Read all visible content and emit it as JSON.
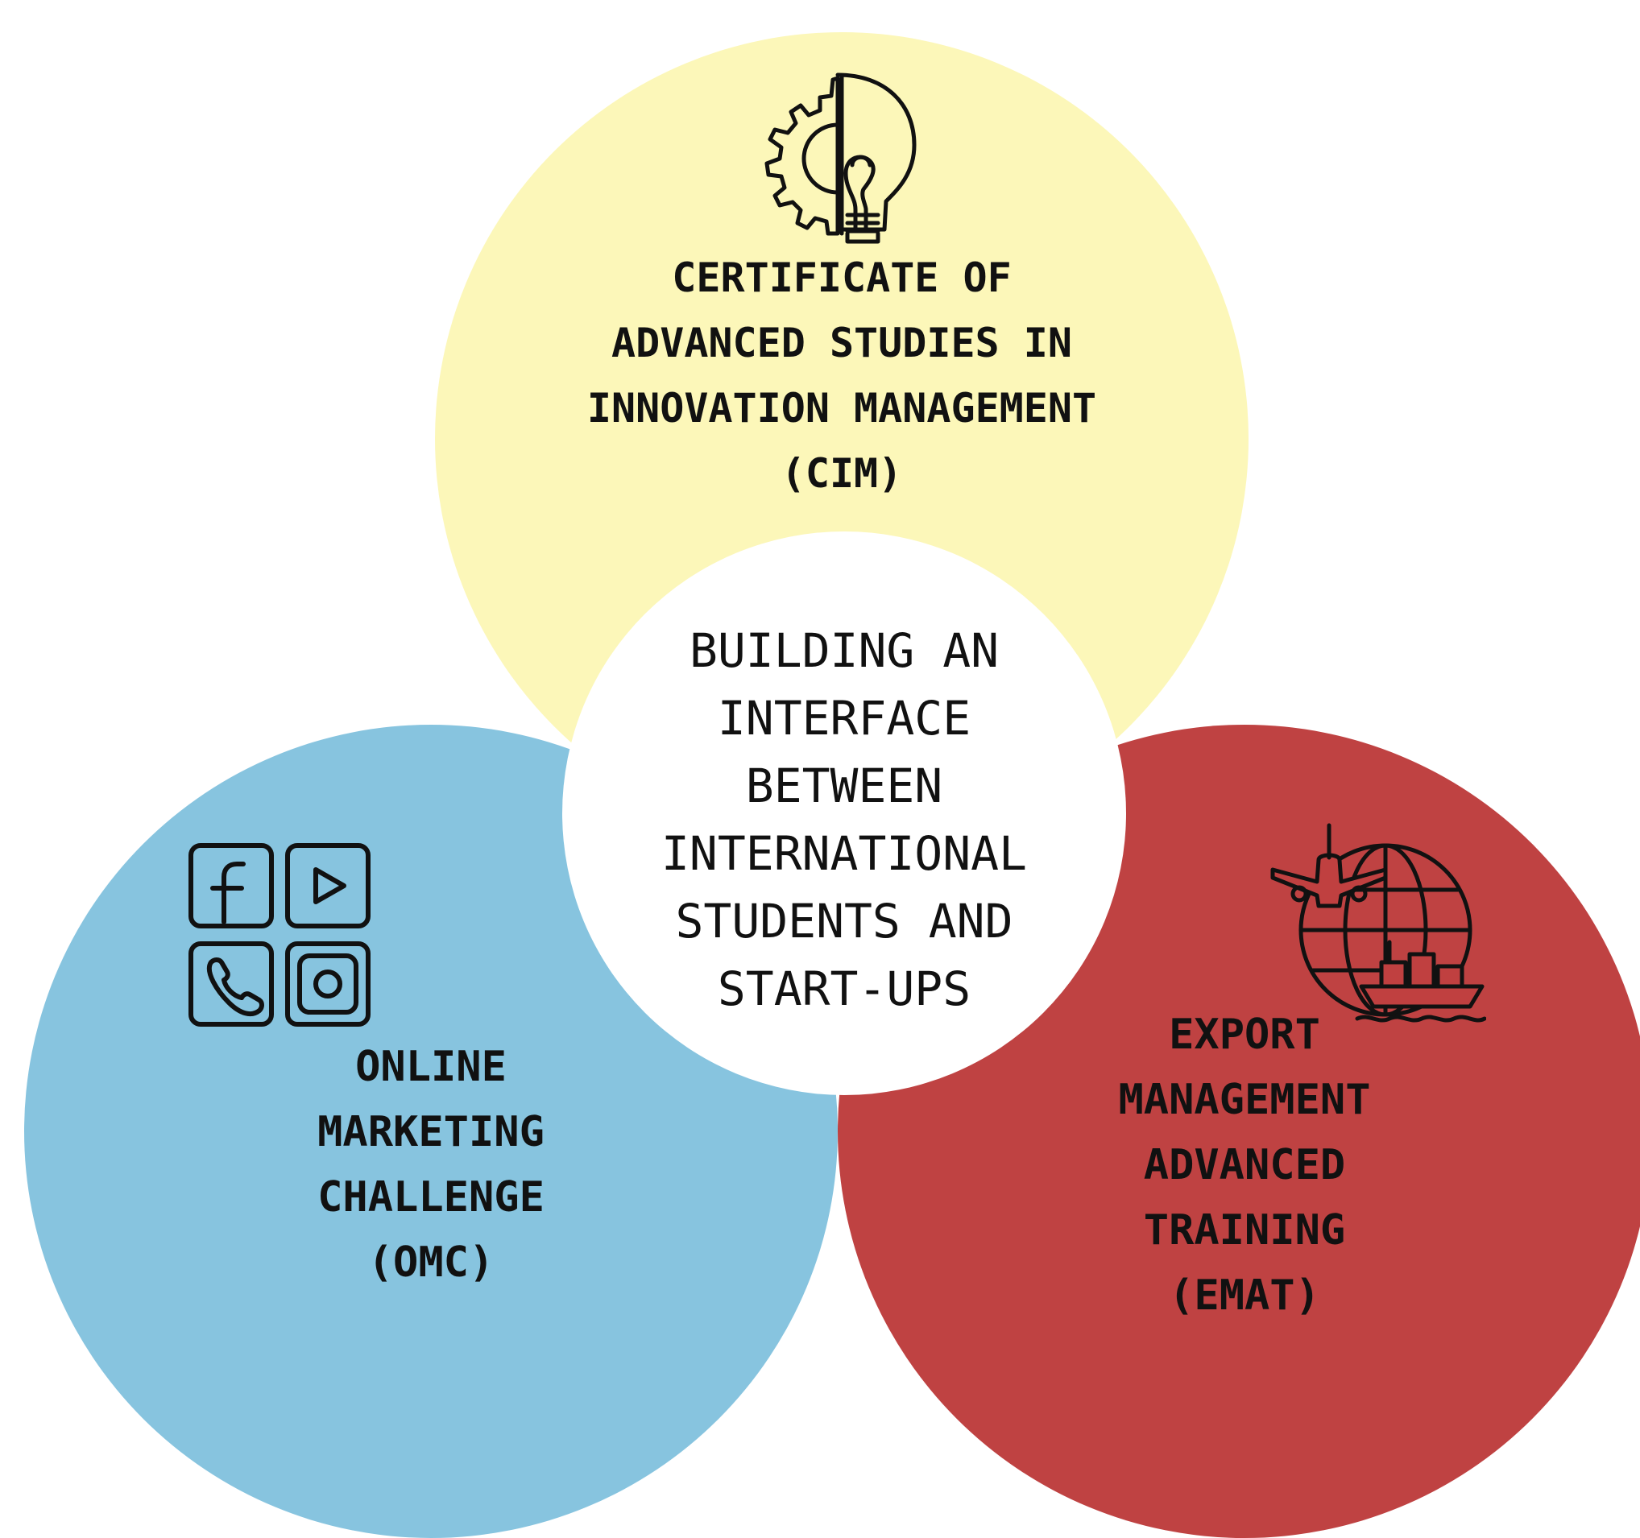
{
  "colors": {
    "top_circle": "#fcf7b9",
    "left_circle": "#87c4df",
    "right_circle": "#bf4242",
    "center_circle": "#ffffff",
    "text": "#111111"
  },
  "center": {
    "lines": [
      "BUILDING AN",
      "INTERFACE",
      "BETWEEN",
      "INTERNATIONAL",
      "STUDENTS AND",
      "START-UPS"
    ]
  },
  "cim": {
    "icon": "gear-lightbulb-icon",
    "lines": [
      "CERTIFICATE OF",
      "ADVANCED STUDIES IN",
      "INNOVATION MANAGEMENT",
      "(CIM)"
    ]
  },
  "omc": {
    "icons": [
      "facebook-icon",
      "youtube-play-icon",
      "phone-icon",
      "instagram-icon"
    ],
    "lines": [
      "ONLINE",
      "MARKETING",
      "CHALLENGE",
      "(OMC)"
    ]
  },
  "emat": {
    "icon": "globe-airplane-ship-icon",
    "lines": [
      "EXPORT",
      "MANAGEMENT",
      "ADVANCED",
      "TRAINING",
      "(EMAT)"
    ]
  }
}
